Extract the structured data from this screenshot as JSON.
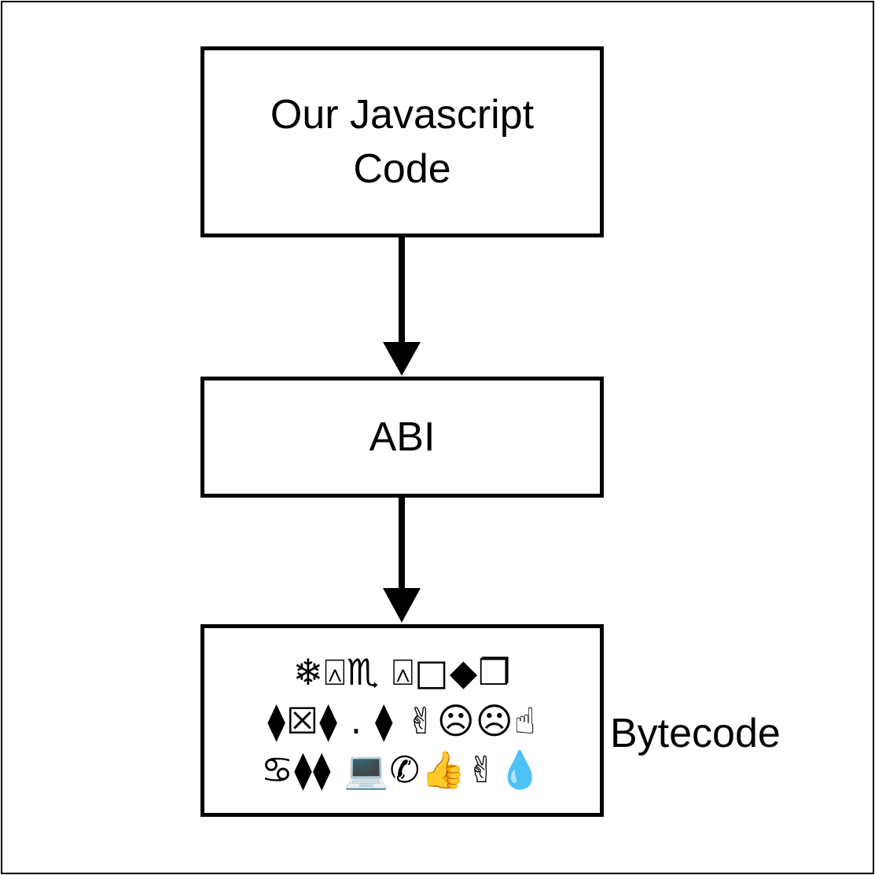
{
  "diagram": {
    "nodes": [
      {
        "id": "js_code",
        "label": "Our Javascript\nCode"
      },
      {
        "id": "abi",
        "label": "ABI"
      },
      {
        "id": "bytecode",
        "glyph_lines": [
          "❄⍓♏ ⍓□◆❒",
          "⧫☒⧫ . ⧫ ✌☹☹☝",
          "♋⧫⧫ 💻✆👍✌💧"
        ]
      }
    ],
    "bytecode_label": "Bytecode",
    "edges": [
      {
        "from": "js_code",
        "to": "abi"
      },
      {
        "from": "abi",
        "to": "bytecode"
      }
    ]
  }
}
